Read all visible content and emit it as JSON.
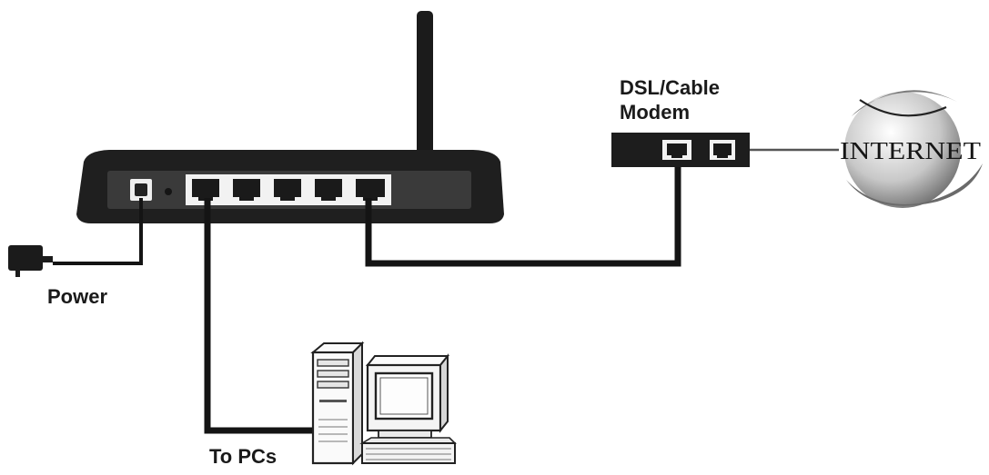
{
  "labels": {
    "modem_line1": "DSL/Cable",
    "modem_line2": "Modem",
    "internet": "INTERNET",
    "power": "Power",
    "to_pcs": "To PCs"
  },
  "colors": {
    "device_body": "#1f1f1f",
    "panel": "#3a3a3a",
    "port_face": "#f2f2f2",
    "cable": "#141414",
    "globe": "#9a9a9a"
  },
  "icons": {
    "router": "router-icon",
    "antenna": "antenna-icon",
    "modem": "modem-icon",
    "globe": "globe-icon",
    "power_adapter": "power-adapter-icon",
    "computer": "desktop-computer-icon"
  }
}
